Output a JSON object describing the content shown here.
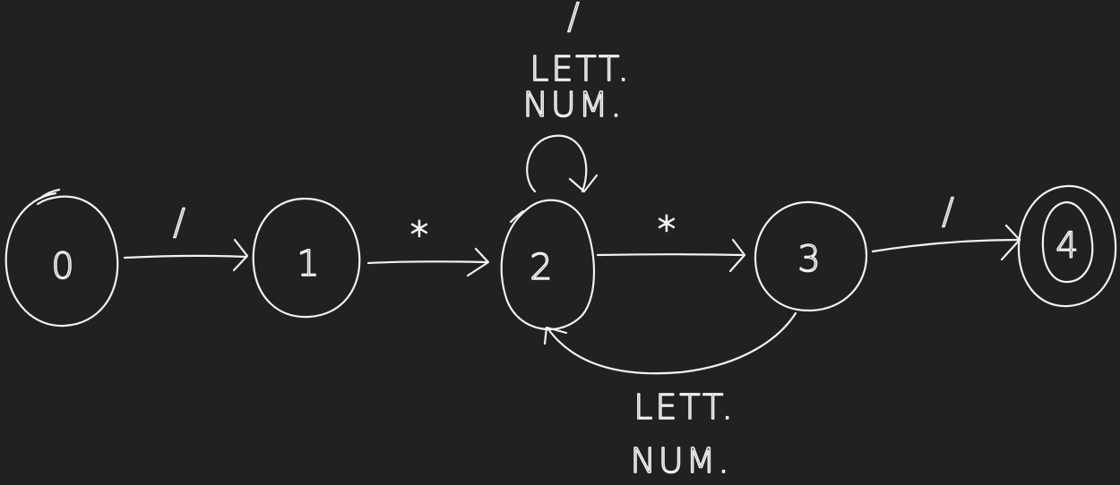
{
  "states": [
    {
      "id": "s0",
      "label": "0",
      "accepting": false
    },
    {
      "id": "s1",
      "label": "1",
      "accepting": false
    },
    {
      "id": "s2",
      "label": "2",
      "accepting": false
    },
    {
      "id": "s3",
      "label": "3",
      "accepting": false
    },
    {
      "id": "s4",
      "label": "4",
      "accepting": true
    }
  ],
  "transitions": [
    {
      "from": "0",
      "to": "1",
      "label": "/"
    },
    {
      "from": "1",
      "to": "2",
      "label": "*"
    },
    {
      "from": "2",
      "to": "2",
      "label_lines": [
        "/",
        "LETT.",
        "NUM."
      ]
    },
    {
      "from": "2",
      "to": "3",
      "label": "*"
    },
    {
      "from": "3",
      "to": "4",
      "label": "/"
    },
    {
      "from": "3",
      "to": "2",
      "label_lines": [
        "LETT.",
        "NUM."
      ]
    }
  ],
  "colors": {
    "background": "#222120",
    "ink": "#f2f2f2"
  }
}
